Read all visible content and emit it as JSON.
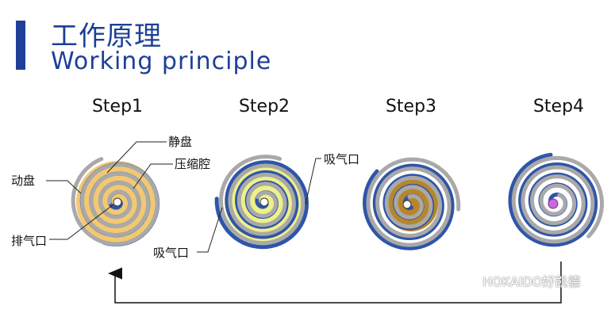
{
  "title": {
    "cn": "工作原理",
    "en": "Working principle"
  },
  "steps": [
    "Step1",
    "Step2",
    "Step3",
    "Step4"
  ],
  "labels": {
    "static_scroll": "静盘",
    "compression_chamber": "压缩腔",
    "orbiting_scroll": "动盘",
    "discharge_port": "排气口",
    "suction_port_step2_right": "吸气口",
    "suction_port_step2_bottom": "吸气口"
  },
  "brand": "HOKAIDO好凯德",
  "colors": {
    "title": "#1d3f95",
    "title_bar": "#1f3f99",
    "orbiting": "#2f55a8",
    "static": "#a9a9a9",
    "step1_fill": "#f3c872",
    "step2_fill": "#eef089",
    "step3_fill": "#b8862a",
    "step4_fill": "#c86adb"
  },
  "icons": [
    "spiral-scroll-icon",
    "cycle-arrow-icon"
  ]
}
